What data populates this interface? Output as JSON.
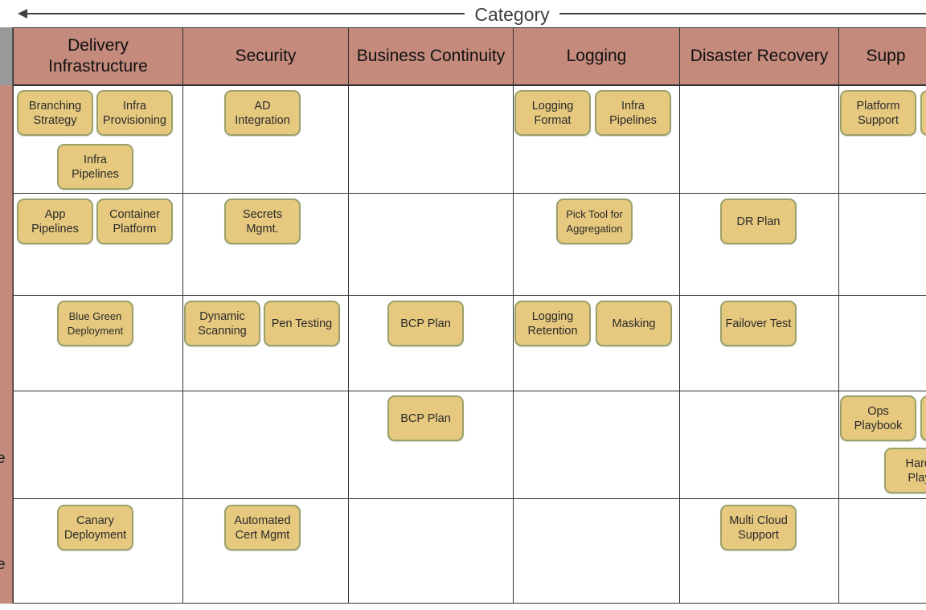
{
  "axis": {
    "title": "Category"
  },
  "columns": [
    {
      "label": "Delivery\nInfrastructure"
    },
    {
      "label": "Security"
    },
    {
      "label": "Business Continuity"
    },
    {
      "label": "Logging"
    },
    {
      "label": "Disaster Recovery"
    },
    {
      "label": "Supp"
    }
  ],
  "row_stubs": [
    "",
    "",
    "",
    "e",
    "e"
  ],
  "rows": [
    [
      [
        "Branching\nStrategy",
        "Infra\nProvisioning",
        "Infra\nPipelines"
      ],
      [
        "AD\nIntegration"
      ],
      [],
      [
        "Logging\nFormat",
        "Infra\nPipelines"
      ],
      [],
      [
        "Platform\nSupport",
        ""
      ]
    ],
    [
      [
        "App\nPipelines",
        "Container\nPlatform"
      ],
      [
        "Secrets\nMgmt."
      ],
      [],
      [
        "Pick Tool for\nAggregation"
      ],
      [
        "DR Plan"
      ],
      []
    ],
    [
      [
        "Blue Green\nDeployment"
      ],
      [
        "Dynamic\nScanning",
        "Pen Testing"
      ],
      [
        "BCP Plan"
      ],
      [
        "Logging\nRetention",
        "Masking"
      ],
      [
        "Failover Test"
      ],
      []
    ],
    [
      [],
      [],
      [
        "BCP Plan"
      ],
      [],
      [],
      [
        "Ops\nPlaybook",
        "",
        "Hardw\nPlayb"
      ]
    ],
    [
      [
        "Canary\nDeployment"
      ],
      [
        "Automated\nCert Mgmt"
      ],
      [],
      [],
      [
        "Multi Cloud\nSupport"
      ],
      []
    ]
  ]
}
